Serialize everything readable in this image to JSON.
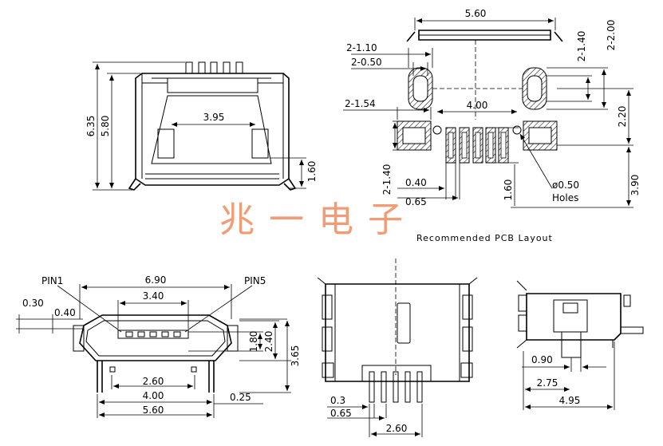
{
  "watermark": "兆一电子",
  "front_view": {
    "dim_height_total": "6.35",
    "dim_height_body": "5.80",
    "dim_slot_width": "3.95",
    "dim_leg_height": "1.60"
  },
  "pcb_layout": {
    "caption": "Recommended PCB Layout",
    "dim_width": "5.60",
    "dim_slot_width": "2-1.10",
    "dim_slot_inner": "2-0.50",
    "dim_slot_height": "2-1.40",
    "dim_slot_outer": "2-2.00",
    "dim_pad_width": "2-1.54",
    "dim_pad_span": "4.00",
    "dim_pad_height": "2-1.40",
    "dim_slot_to_pad": "2.20",
    "dim_pin_pitch": "0.40",
    "dim_pin_width": "0.65",
    "dim_pin_length": "1.60",
    "dim_overall": "3.90",
    "hole_dia": "ø0.50",
    "hole_label": "Holes"
  },
  "bottom_left_view": {
    "pin1_label": "PIN1",
    "pin5_label": "PIN5",
    "dim_outer": "6.90",
    "dim_inner": "3.40",
    "dim_030": "0.30",
    "dim_040": "0.40",
    "dim_180": "1.80",
    "dim_240": "2.40",
    "dim_365": "3.65",
    "dim_260": "2.60",
    "dim_400": "4.00",
    "dim_560": "5.60",
    "dim_025": "0.25"
  },
  "top_view": {
    "dim_pin_width": "0.3",
    "dim_pin_pitch": "0.65",
    "dim_pin_span": "2.60"
  },
  "side_view": {
    "dim_090": "0.90",
    "dim_275": "2.75",
    "dim_495": "4.95"
  }
}
